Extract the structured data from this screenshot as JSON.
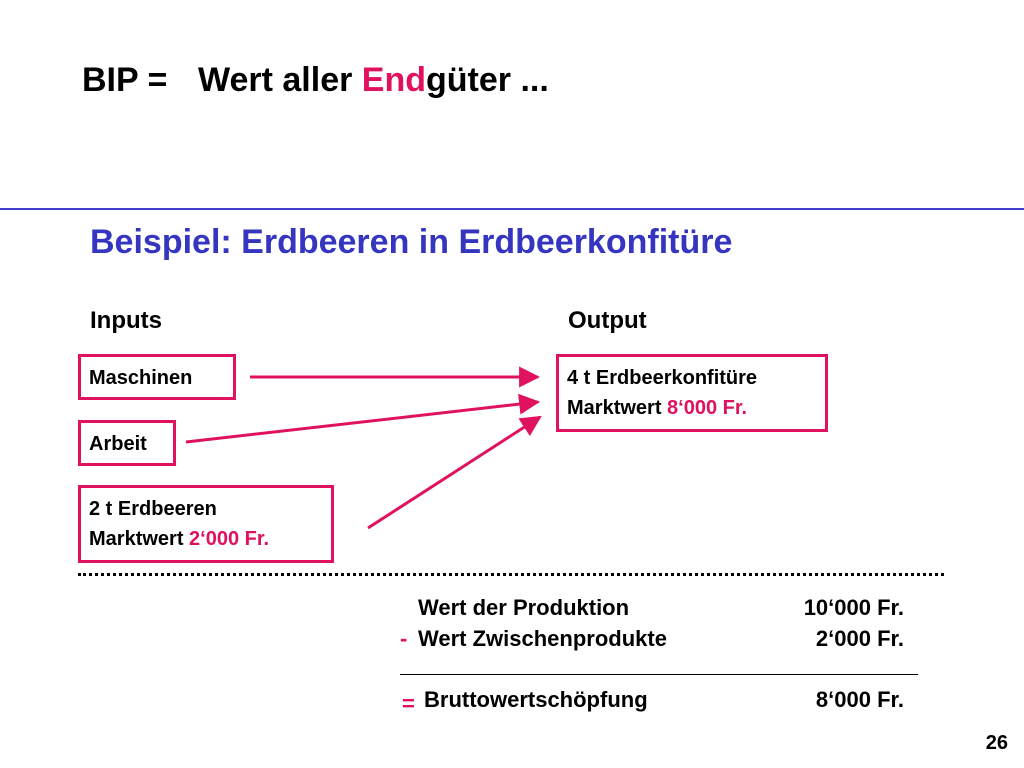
{
  "title": {
    "prefix": "BIP =",
    "text_before": "Wert aller ",
    "highlight": "End",
    "text_after": "güter ..."
  },
  "subtitle": "Beispiel: Erdbeeren in Erdbeerkonfitüre",
  "inputs_label": "Inputs",
  "output_label": "Output",
  "inputs": {
    "machines": "Maschinen",
    "labor": "Arbeit",
    "strawberries": {
      "line1": "2 t Erdbeeren",
      "value_prefix": "Marktwert ",
      "value": "2‘000 Fr."
    }
  },
  "output": {
    "line1": "4 t Erdbeerkonfitüre",
    "value_prefix": "Marktwert ",
    "value": "8‘000 Fr."
  },
  "calculation": [
    {
      "operator": "",
      "label": "Wert der Produktion",
      "amount": "10‘000 Fr."
    },
    {
      "operator": "-",
      "label": "Wert Zwischenprodukte",
      "amount": "2‘000 Fr."
    },
    {
      "operator": "=",
      "label": "Bruttowertschöpfung",
      "amount": "8‘000 Fr."
    }
  ],
  "page_number": "26",
  "colors": {
    "accent": "#e0125f",
    "subtitle": "#3535c0"
  }
}
